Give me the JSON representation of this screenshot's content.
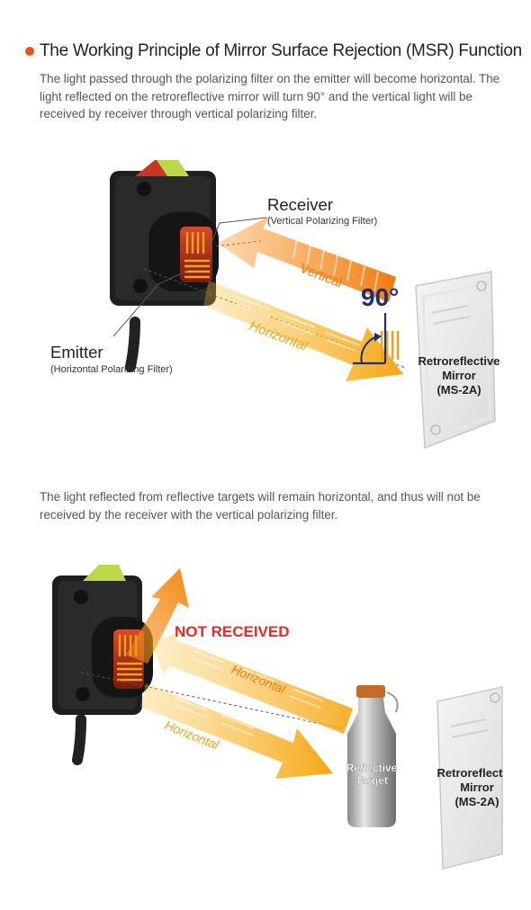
{
  "title": "The Working Principle of Mirror Surface Rejection (MSR) Function",
  "description1": "The light passed through the polarizing filter on the emitter will become horizontal. The light reflected on the retroreflective mirror will turn 90° and the vertical light will be received by receiver through vertical polarizing filter.",
  "description2": "The light reflected from reflective targets will remain horizontal, and thus will not be received by the receiver with the vertical polarizing filter.",
  "diagram1": {
    "receiver": "Receiver",
    "receiver_sub": "(Vertical Polarizing Filter)",
    "emitter": "Emitter",
    "emitter_sub": "(Horizontal Polarizing Filter)",
    "vertical": "Vertical",
    "horizontal": "Horizontal",
    "angle": "90°",
    "mirror_line1": "Retroreflective",
    "mirror_line2": "Mirror",
    "mirror_line3": "(MS-2A)"
  },
  "diagram2": {
    "not_received": "NOT RECEIVED",
    "horizontal_top": "Horizontal",
    "horizontal_bottom": "Horizontal",
    "target_line1": "Reflective",
    "target_line2": "Target",
    "mirror_line1": "Retroreflect",
    "mirror_line2": "Mirror",
    "mirror_line3": "(MS-2A)"
  },
  "colors": {
    "accent": "#e8541e",
    "arrow_orange": "#f39a1f",
    "arrow_yellow": "#f7b82a",
    "not_received": "#e32c2c",
    "angle_navy": "#1f2f6b"
  }
}
